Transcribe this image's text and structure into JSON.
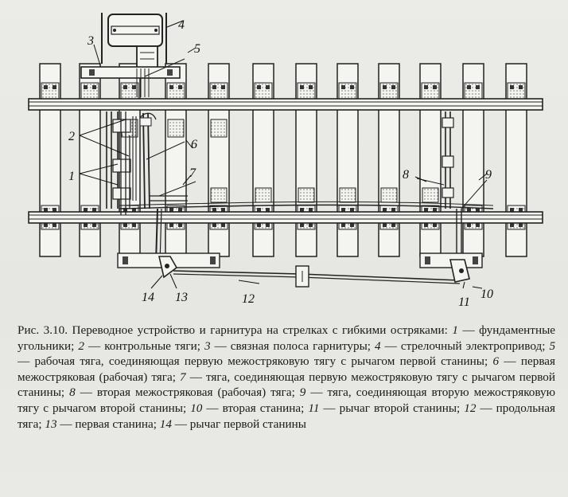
{
  "figure": {
    "callouts": {
      "c1": "1",
      "c2": "2",
      "c3": "3",
      "c4": "4",
      "c5": "5",
      "c6": "6",
      "c7": "7",
      "c8": "8",
      "c9": "9",
      "c10": "10",
      "c11": "11",
      "c12": "12",
      "c13": "13",
      "c14": "14"
    }
  },
  "caption": {
    "title": "Рис. 3.10. Переводное устройство и гарнитура на стрелках с гибкими остряками:",
    "items": [
      {
        "num": "1",
        "text": "фундаментные угольники;"
      },
      {
        "num": "2",
        "text": "контрольные тяги;"
      },
      {
        "num": "3",
        "text": "связная полоса гарнитуры;"
      },
      {
        "num": "4",
        "text": "стрелочный электропривод;"
      },
      {
        "num": "5",
        "text": "рабочая тяга, соединяющая первую межостряковую тягу с рычагом первой станины;"
      },
      {
        "num": "6",
        "text": "первая межостряковая (рабочая) тяга;"
      },
      {
        "num": "7",
        "text": "тяга, соединяющая первую межостряковую тягу с рычагом первой станины;"
      },
      {
        "num": "8",
        "text": "вторая межостряковая (рабочая) тяга;"
      },
      {
        "num": "9",
        "text": "тяга, соединяющая вторую межостряковую тягу с рычагом второй станины;"
      },
      {
        "num": "10",
        "text": "вторая станина;"
      },
      {
        "num": "11",
        "text": "рычаг второй станины;"
      },
      {
        "num": "12",
        "text": "продольная тяга;"
      },
      {
        "num": "13",
        "text": "первая станина;"
      },
      {
        "num": "14",
        "text": "рычаг первой станины"
      }
    ]
  }
}
